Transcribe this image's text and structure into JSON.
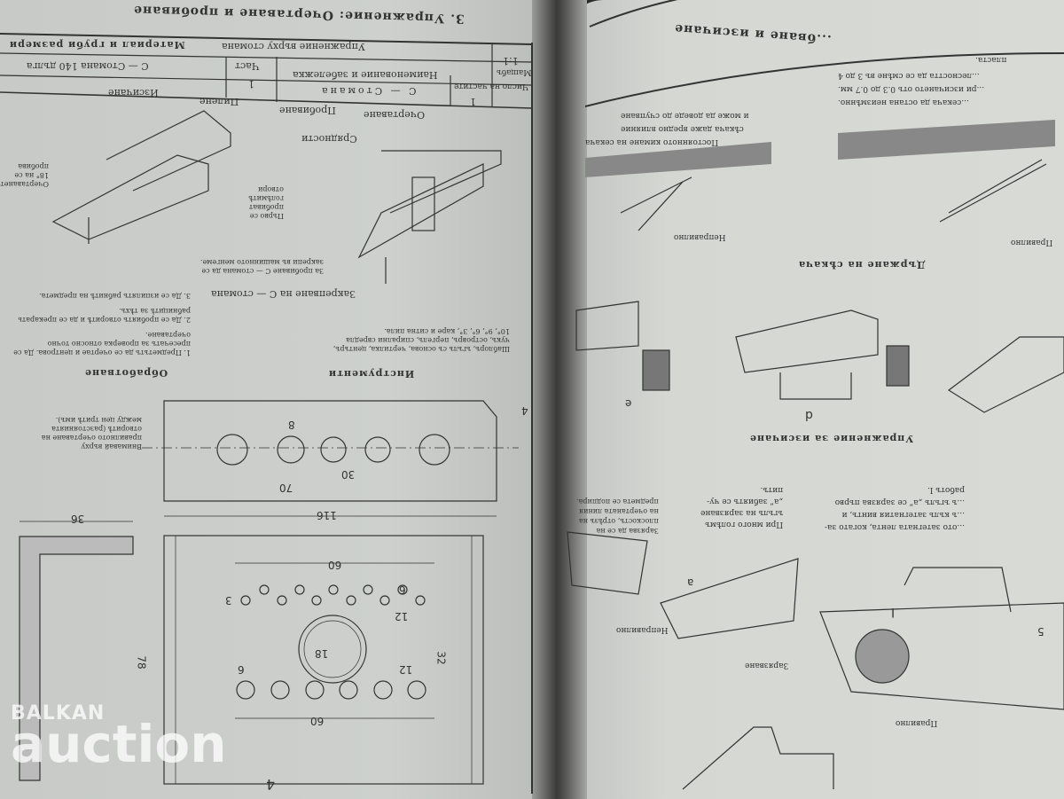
{
  "left_page": {
    "title": "3. Упражнение: Очертаване и пробиване",
    "subtitle": "Упражнение върху стомана",
    "table": {
      "material_header": "Материал и груби размери",
      "material_value": "С — Стомана 140 дълга",
      "part_header": "Част",
      "part_value": "1",
      "name_header": "Наименование и забележка",
      "name_value": "С — Стомана",
      "count_header": "Число на частите",
      "count_value": "1",
      "scale_header": "Мащабъ",
      "scale_value": "1:1"
    },
    "operations": [
      "Очертаване",
      "Пробиване",
      "Пилене",
      "Изсичане"
    ],
    "tools_label": "Срядности",
    "note_drill": "Първо се пробиват голѣмитѣ отвори",
    "note_fix": "Закрепване на С — стомана",
    "note_fix_detail": "За пробиване С — стомана да се закрепи въ машинното менгеме.",
    "note_right": "Очертаването 18° на се пробива",
    "instruments_heading": "Инструменти",
    "instruments_text": "Шаблоръ, ъгълъ съ основа, чертилка, центъръ, чукъ, островръ, пергелъ, спирални свредла 10°, 9°, 6°, 3°, каре и ситна пила.",
    "processing_heading": "Обработване",
    "processing_items": [
      "1. Предметътъ да се очертае и центрова. Да се пресечатъ за проверка относно точно очертаване.",
      "2. Да се пробиятъ отворитѣ и да се прекарать рабницитѣ за тѣхъ.",
      "3. Да се изпилятъ рабнитѣ на предмета."
    ],
    "attention_note": "Внимавай върху правилното очертаване на отворитѣ (разстоянията между цен тритѣ имъ).",
    "dimensions": [
      "116",
      "36",
      "78",
      "70",
      "30",
      "8",
      "60",
      "12",
      "6",
      "32",
      "18",
      "4",
      "3",
      "60",
      "12",
      "6"
    ],
    "page_number": "4"
  },
  "right_page": {
    "title": "...бване и изсичане",
    "text_top": [
      "...секача да остана неизмѣнно.",
      "...ри изсичането отъ 0.3 до 0.7 мм.",
      "...лесността да се смѣне въ 3 до 4",
      "пласта."
    ],
    "text_mid": [
      "Постоянното кимане на секача",
      "сѣкача даже вредно влияние",
      "и може да доведе до счупване"
    ],
    "label_wrong_1": "Неправилно",
    "label_wrong_0": "Правилно",
    "holding": "Държане на сѣкача",
    "exercise": "Упражнение за изсичане",
    "fig_d": "d",
    "fig_e": "e",
    "notch_note": [
      "Зарязва да се на",
      "плоскостъ, отрѣзъ на",
      "на очертаната линия",
      "предмета се подпира."
    ],
    "thick_note": [
      "При много голѣмъ",
      "ъгълъ на зарязване",
      "„a“ забиятъ се чу-",
      "питъ."
    ],
    "thin_note": [
      "...ото затегната лента, когато за-",
      "...ъ кълъ затегнатия винтъ, и",
      "...ъ ъгълъ „a“ се зарязва първо",
      "работъ I."
    ],
    "label_wrong_2": "Неправилно",
    "label_right_2": "Правилно",
    "notching": "Зарязване",
    "marker_i": "I",
    "marker_a": "a",
    "dim_5": "5"
  },
  "watermark": {
    "line1": "BALKAN",
    "line2": "auction"
  }
}
